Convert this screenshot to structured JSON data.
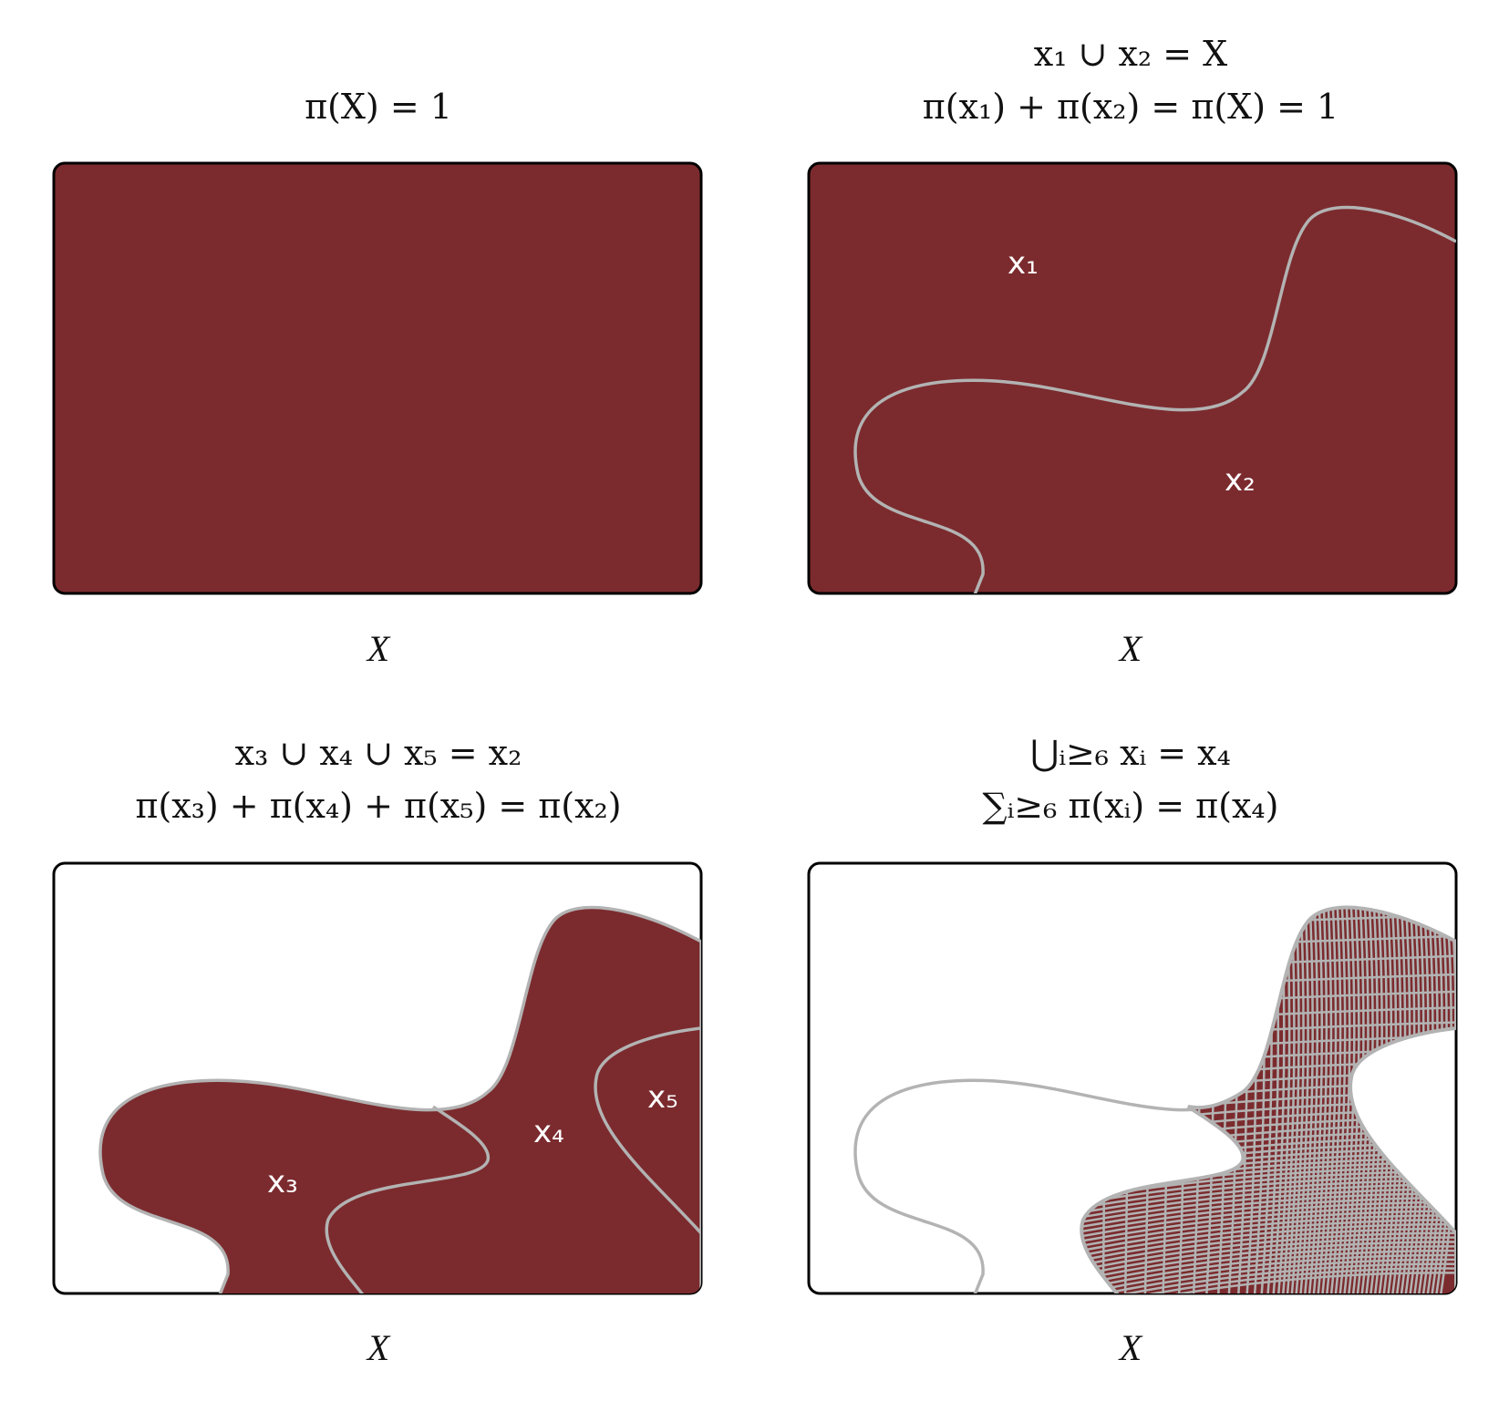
{
  "colors": {
    "fill": "#7b2b2e",
    "boundary": "#b3b3b3",
    "frame": "#000000",
    "label": "#ffffff"
  },
  "panels": [
    {
      "title_lines": [
        "π(X) = 1"
      ],
      "xlabel": "X",
      "region_labels": []
    },
    {
      "title_lines": [
        "x₁ ∪ x₂ = X",
        "π(x₁) + π(x₂) = π(X) = 1"
      ],
      "xlabel": "X",
      "region_labels": [
        "x₁",
        "x₂"
      ]
    },
    {
      "title_lines": [
        "x₃ ∪ x₄ ∪ x₅ = x₂",
        "π(x₃) + π(x₄) + π(x₅) = π(x₂)"
      ],
      "xlabel": "X",
      "region_labels": [
        "x₃",
        "x₄",
        "x₅"
      ]
    },
    {
      "title_lines": [
        "⋃ᵢ≥₆ xᵢ = x₄",
        "∑ᵢ≥₆ π(xᵢ) = π(x₄)"
      ],
      "xlabel": "X",
      "region_labels": []
    }
  ]
}
